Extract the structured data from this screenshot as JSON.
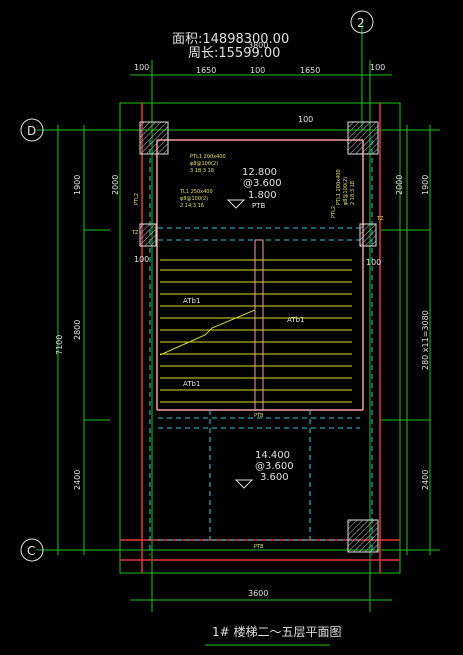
{
  "info": {
    "area": "面积:14898300.00",
    "perimeter": "周长:15599.00"
  },
  "title": "1# 楼梯二～五层平面图",
  "axes": {
    "top": "2",
    "left_top": "D",
    "left_bottom": "C"
  },
  "dims": {
    "top_total": "3800",
    "top_a": "100",
    "top_b": "1650",
    "top_c": "100",
    "top_d": "1650",
    "top_e": "100",
    "left_total": "7100",
    "left_a": "1900",
    "left_b": "2800",
    "left_c": "2400",
    "inner_left_a": "2000",
    "inner_100a": "100",
    "inner_100b": "100",
    "right_a": "1900",
    "right_b": "280 x11=3080",
    "right_c": "2400",
    "inner_right_a": "2000",
    "bottom": "3600",
    "beam_top": "100"
  },
  "labels": {
    "level_a": "12.800",
    "level_b": "@3.600",
    "level_c": "1.800",
    "level_d": "14.400",
    "level_e": "@3.600",
    "level_f": "3.600",
    "ptb": "PTB",
    "pb2_left": "PTL2",
    "pb2_right": "PTL2",
    "atb_1": "ATb1",
    "atb_2": "ATb1",
    "atb_3": "ATb1",
    "beam_note_1": "PTL1 200x400",
    "beam_note_2": "φ8@100(2)",
    "beam_note_3": "3 18;3 18",
    "beam_note_4": "TL1 250x400",
    "beam_note_5": "φ8@100(2)",
    "beam_note_6": "2 14;3 16",
    "beam_note_7": "PTL1 200x400",
    "beam_note_8": "φ8@100(2)",
    "beam_note_9": "2 18;3 18",
    "tag_bottom_1": "PTB",
    "tag_bottom_2": "PTB",
    "tick_1": "TZ",
    "tick_2": "TZ"
  }
}
